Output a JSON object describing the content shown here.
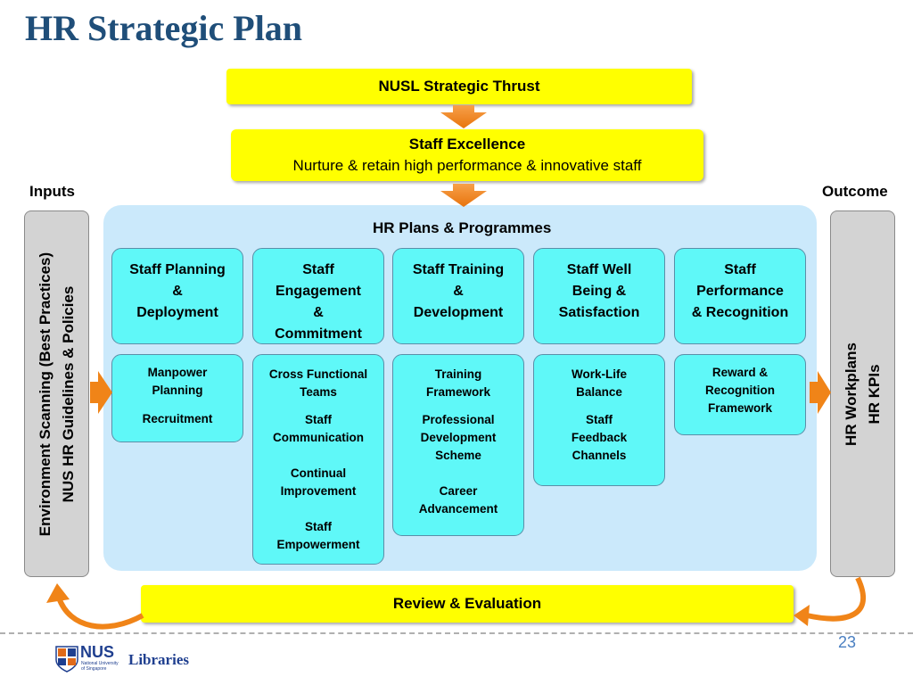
{
  "title": "HR Strategic Plan",
  "thrust": "NUSL Strategic Thrust",
  "excellence": {
    "title": "Staff Excellence",
    "subtitle": "Nurture & retain high performance & innovative staff"
  },
  "inputs_label": "Inputs",
  "outcome_label": "Outcome",
  "inputs_box": {
    "line1": "Environment  Scanning (Best Practices)",
    "line2": "NUS  HR  Guidelines & Policies"
  },
  "outcome_box": {
    "line1": "HR  Workplans",
    "line2": "HR  KPIs"
  },
  "programmes_title": "HR Plans & Programmes",
  "columns": [
    {
      "heading": [
        "Staff Planning",
        "&",
        "Deployment"
      ],
      "items": [
        [
          "Manpower",
          "Planning"
        ],
        [
          "Recruitment"
        ]
      ]
    },
    {
      "heading": [
        "Staff",
        "Engagement",
        "&",
        "Commitment"
      ],
      "items": [
        [
          "Cross  Functional",
          "Teams"
        ],
        [
          "Staff",
          "Communication"
        ],
        [
          "Continual",
          "Improvement"
        ],
        [
          "Staff",
          "Empowerment"
        ]
      ]
    },
    {
      "heading": [
        "Staff  Training",
        "&",
        "Development"
      ],
      "items": [
        [
          "Training",
          "Framework"
        ],
        [
          "Professional",
          "Development",
          "Scheme"
        ],
        [
          "Career",
          "Advancement"
        ]
      ]
    },
    {
      "heading": [
        "Staff Well",
        "Being &",
        "Satisfaction"
      ],
      "items": [
        [
          "Work-Life",
          "Balance"
        ],
        [
          "Staff",
          "Feedback",
          "Channels"
        ]
      ]
    },
    {
      "heading": [
        "Staff",
        "Performance",
        "& Recognition"
      ],
      "items": [
        [
          "Reward &",
          "Recognition",
          "Framework"
        ]
      ]
    }
  ],
  "review": "Review & Evaluation",
  "page_number": "23",
  "logo": {
    "name": "NUS",
    "subtitle": [
      "National University",
      "of Singapore"
    ],
    "libraries": "Libraries"
  },
  "colors": {
    "yellow": "#ffff00",
    "cyan": "#5ff8f8",
    "panel": "#cbe9fb",
    "arrow": "#f08418",
    "title": "#1f4e79",
    "gray": "#d3d3d3"
  }
}
